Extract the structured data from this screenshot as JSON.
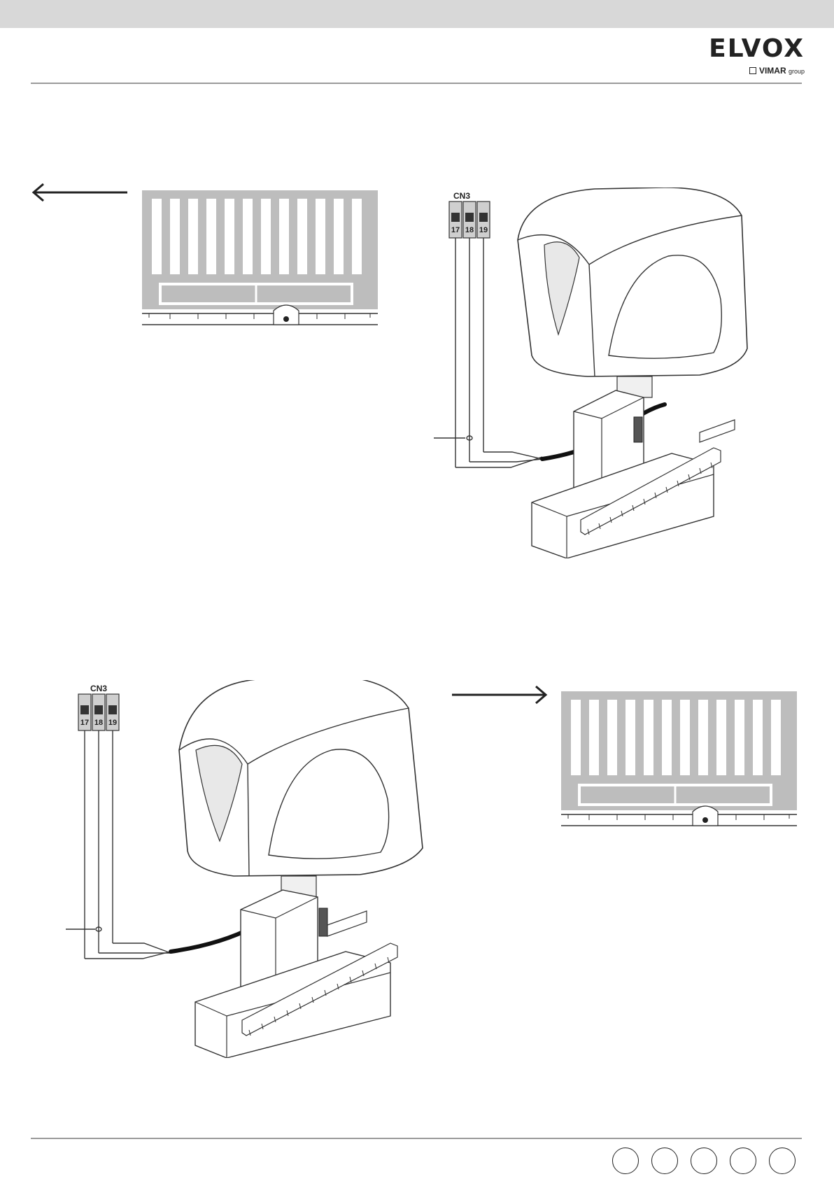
{
  "header": {
    "brand": "ELVOX",
    "sub_brand": "VIMAR",
    "sub_suffix": "group"
  },
  "figures": {
    "top_right": {
      "connector_label": "CN3",
      "terminals": [
        "17",
        "18",
        "19"
      ]
    },
    "bottom_left": {
      "connector_label": "CN3",
      "terminals": [
        "17",
        "18",
        "19"
      ]
    }
  },
  "footer": {
    "circle_count": 5
  }
}
